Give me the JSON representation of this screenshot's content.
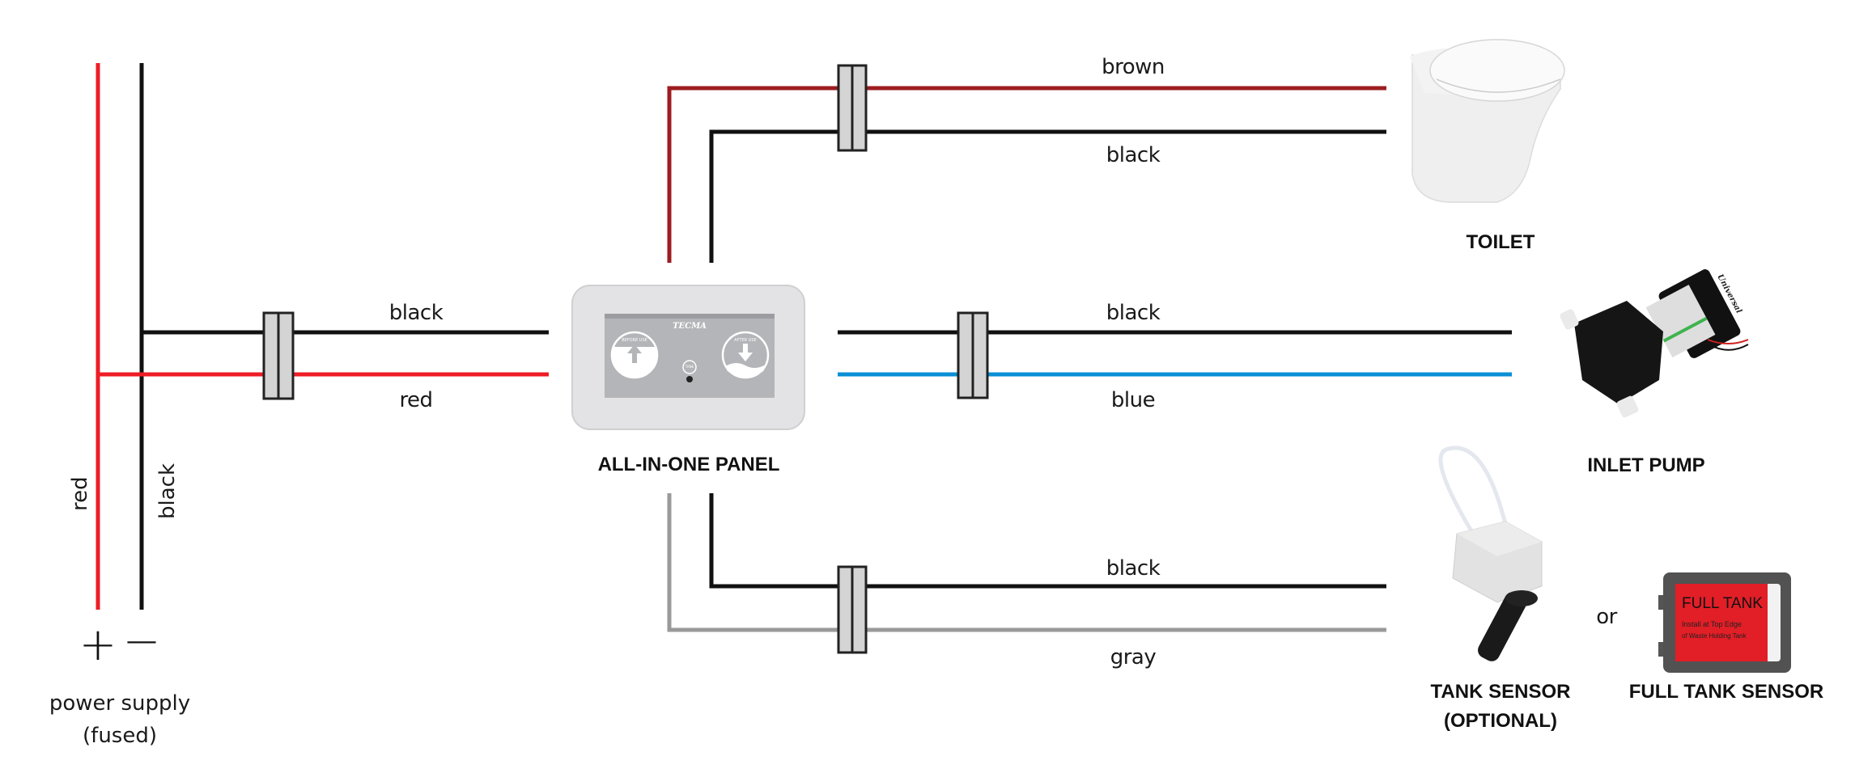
{
  "diagram": {
    "type": "wiring-diagram",
    "colors": {
      "red": "#ee1c25",
      "brown": "#9d1c20",
      "black": "#111111",
      "blue": "#0a8fd6",
      "gray": "#9a9a9a",
      "connector_fill": "#d4d4d4",
      "connector_stroke": "#222222"
    },
    "power_supply": {
      "label_line1": "power supply",
      "label_line2": "(fused)",
      "plus_symbol": "+",
      "minus_symbol": "−",
      "wires": [
        {
          "id": "ps-red",
          "label": "red",
          "color": "red"
        },
        {
          "id": "ps-black",
          "label": "black",
          "color": "black"
        }
      ]
    },
    "supply_to_panel": {
      "wires": [
        {
          "id": "sp-black",
          "label": "black",
          "color": "black"
        },
        {
          "id": "sp-red",
          "label": "red",
          "color": "red"
        }
      ]
    },
    "panel": {
      "title": "ALL-IN-ONE PANEL",
      "brand": "TECMA",
      "buttons": [
        {
          "name": "before-use",
          "caption": "BEFORE USE",
          "arrow": "↑"
        },
        {
          "name": "after-use",
          "caption": "AFTER USE",
          "arrow": "↓"
        }
      ],
      "indicator": "TANK"
    },
    "toilet_link": {
      "wires": [
        {
          "id": "t-brown",
          "label": "brown",
          "color": "brown"
        },
        {
          "id": "t-black",
          "label": "black",
          "color": "black"
        }
      ]
    },
    "pump_link": {
      "wires": [
        {
          "id": "p-black",
          "label": "black",
          "color": "black"
        },
        {
          "id": "p-blue",
          "label": "blue",
          "color": "blue"
        }
      ]
    },
    "sensor_link": {
      "wires": [
        {
          "id": "s-black",
          "label": "black",
          "color": "black"
        },
        {
          "id": "s-gray",
          "label": "gray",
          "color": "gray"
        }
      ]
    },
    "components": {
      "toilet": {
        "title": "TOILET"
      },
      "inlet_pump": {
        "title": "INLET PUMP",
        "brand_label": "Universal"
      },
      "tank_sensor": {
        "title_line1": "TANK SENSOR",
        "title_line2": "(OPTIONAL)"
      },
      "or_label": "or",
      "full_tank_sensor": {
        "title": "FULL TANK SENSOR",
        "label_heading": "FULL TANK",
        "label_line1": "Install at Top Edge",
        "label_line2": "of Waste Holding Tank"
      }
    }
  }
}
